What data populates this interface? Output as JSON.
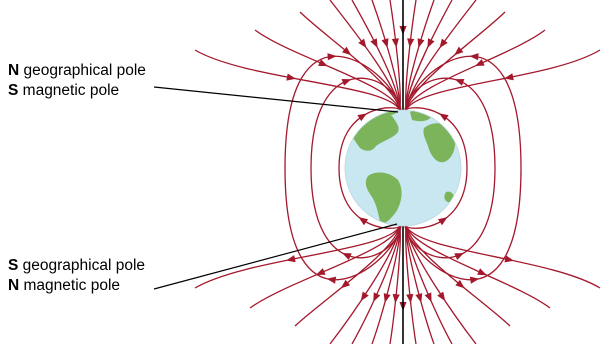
{
  "north_label": {
    "line1": {
      "letter": "N",
      "text": "geographical pole"
    },
    "line2": {
      "letter": "S",
      "text": "magnetic pole"
    }
  },
  "south_label": {
    "line1": {
      "letter": "S",
      "text": "geographical pole"
    },
    "line2": {
      "letter": "N",
      "text": "magnetic pole"
    }
  },
  "colors": {
    "field_line": "#a4182c",
    "ocean": "#c9e7f1",
    "land": "#7bb45a",
    "axis": "#000000"
  },
  "icons": {
    "globe": "earth-globe-icon",
    "arrow": "field-direction-arrow"
  }
}
